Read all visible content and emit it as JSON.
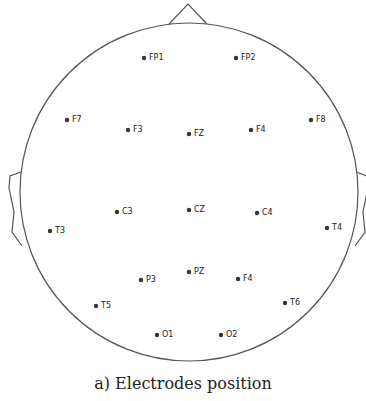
{
  "diagram": {
    "caption": "a) Electrodes position",
    "labels": [
      "FP1",
      "FP2",
      "F7",
      "F3",
      "FZ",
      "F4",
      "F8",
      "T3",
      "C3",
      "CZ",
      "C4",
      "T4",
      "P3",
      "PZ",
      "F4",
      "T5",
      "T6",
      "O1",
      "O2"
    ]
  }
}
